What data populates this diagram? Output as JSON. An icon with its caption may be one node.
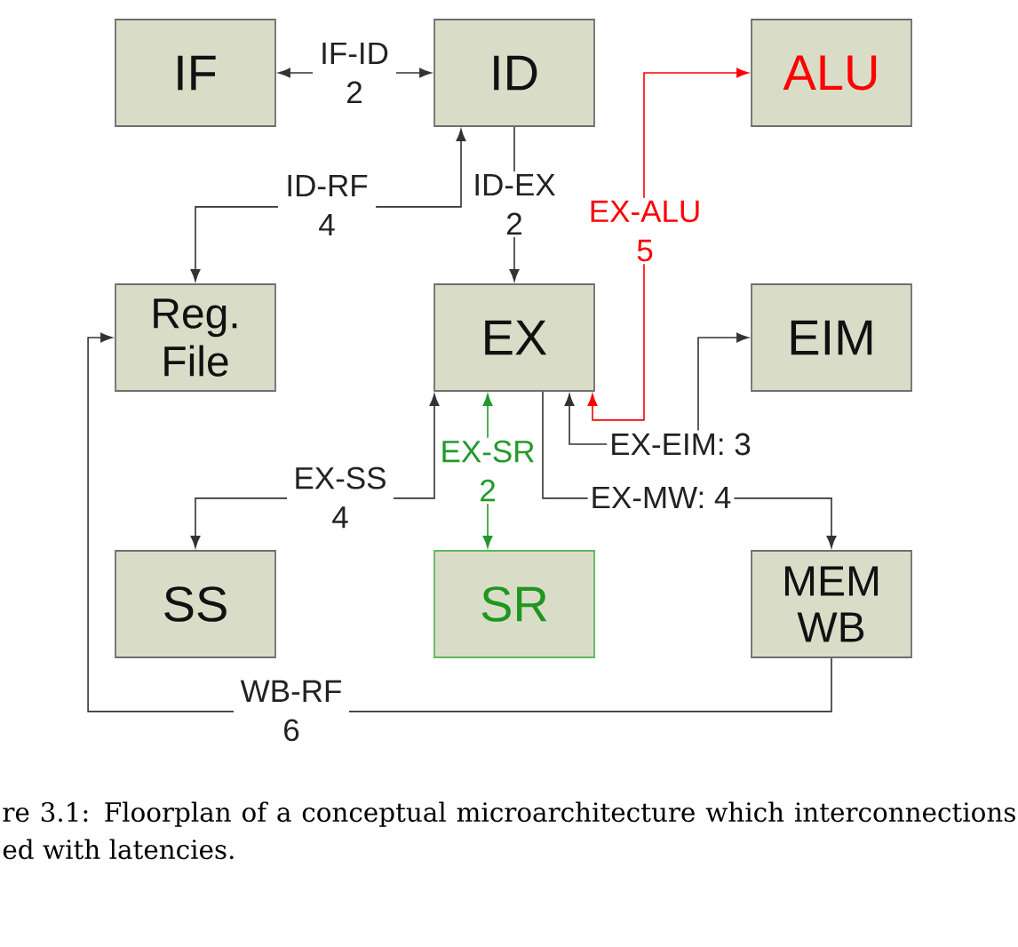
{
  "diagram": {
    "caption": "re 3.1: Floorplan of a conceptual microarchitecture which interconnections ed with latencies.",
    "nodes": [
      {
        "text": [
          "IF"
        ]
      },
      {
        "text": [
          "ID"
        ]
      },
      {
        "text": [
          "ALU"
        ]
      },
      {
        "text": [
          "Reg. File"
        ]
      },
      {
        "text": [
          "EX"
        ]
      },
      {
        "text": [
          "EIM"
        ]
      },
      {
        "text": [
          "SS"
        ]
      },
      {
        "text": [
          "SR"
        ]
      },
      {
        "text": [
          "MEM WB"
        ]
      }
    ],
    "edges": [
      {
        "from": 0,
        "to": 1,
        "arrow": "both",
        "label": "IF-ID 2"
      },
      {
        "from": 1,
        "to": 3,
        "arrow": "both",
        "label": "ID-RF 4"
      },
      {
        "from": 1,
        "to": 4,
        "arrow": "to",
        "label": "ID-EX 2"
      },
      {
        "from": 4,
        "to": 2,
        "arrow": "both",
        "label": "EX-ALU 5",
        "color": "#ff0000"
      },
      {
        "from": 4,
        "to": 5,
        "arrow": "both",
        "label": "EX-EIM: 3"
      },
      {
        "from": 4,
        "to": 6,
        "arrow": "both",
        "label": "EX-SS 4"
      },
      {
        "from": 4,
        "to": 7,
        "arrow": "both",
        "label": "EX-SR 2",
        "color": "#22992a"
      },
      {
        "from": 4,
        "to": 8,
        "arrow": "to",
        "label": "EX-MW: 4"
      },
      {
        "from": 8,
        "to": 3,
        "arrow": "to",
        "label": "WB-RF 6"
      }
    ]
  }
}
